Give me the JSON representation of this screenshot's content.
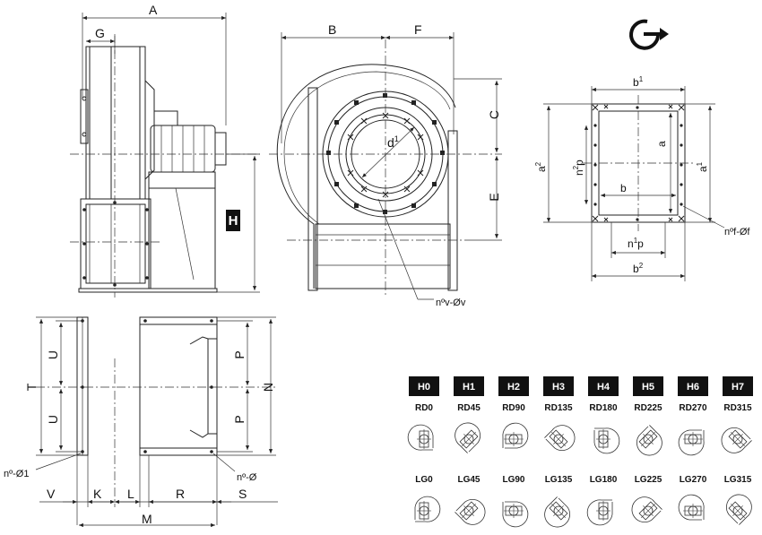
{
  "drawing": {
    "dimensions": {
      "A": "A",
      "G": "G",
      "B": "B",
      "F": "F",
      "C": "C",
      "E": "E",
      "H": "H",
      "d1": "d",
      "d1_sup": "1",
      "nv": "nº",
      "nv_rest": "v-Øv",
      "b1": "b",
      "b1_sup": "1",
      "a2": "a",
      "a2_sup": "2",
      "n2p": "n",
      "n2p_sup": "2",
      "n2p_rest": "p",
      "a": "a",
      "a1": "a",
      "a1_sup": "1",
      "b": "b",
      "nf": "nºf-Øf",
      "n1p": "n",
      "n1p_sup": "1",
      "n1p_rest": "p",
      "b2": "b",
      "b2_sup": "2",
      "T": "T",
      "U_top": "U",
      "U_bot": "U",
      "P_top": "P",
      "P_bot": "P",
      "N": "N",
      "n1": "nº-Ø1",
      "n0": "nº-Ø",
      "V": "V",
      "K": "K",
      "L": "L",
      "R": "R",
      "S": "S",
      "M": "M"
    },
    "rotation_icon": "rotation-direction-icon",
    "positions_top": {
      "badges": [
        "H0",
        "H1",
        "H2",
        "H3",
        "H4",
        "H5",
        "H6",
        "H7"
      ],
      "labels": [
        "RD0",
        "RD45",
        "RD90",
        "RD135",
        "RD180",
        "RD225",
        "RD270",
        "RD315"
      ]
    },
    "positions_bottom": {
      "labels": [
        "LG0",
        "LG45",
        "LG90",
        "LG135",
        "LG180",
        "LG225",
        "LG270",
        "LG315"
      ]
    }
  }
}
